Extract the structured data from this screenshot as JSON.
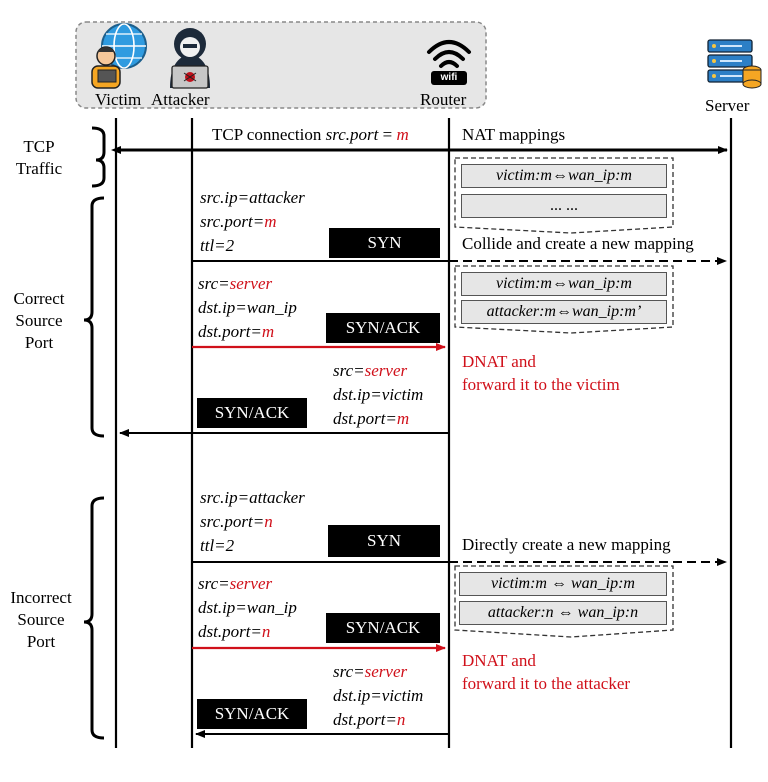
{
  "actors": {
    "victim": "Victim",
    "attacker": "Attacker",
    "router": "Router",
    "server": "Server",
    "wifi_badge": "wifi"
  },
  "header": {
    "tcp_connection_prefix": "TCP connection ",
    "tcp_connection_field": "src.port",
    "tcp_connection_eq": " = ",
    "tcp_connection_value": "m",
    "nat_mappings": "NAT mappings"
  },
  "phases": {
    "tcp_traffic": [
      "TCP",
      "Traffic"
    ],
    "correct": [
      "Correct",
      "Source",
      "Port"
    ],
    "incorrect": [
      "Incorrect",
      "Source",
      "Port"
    ]
  },
  "correct": {
    "syn_fields": [
      {
        "k": "src.ip=",
        "v": "attacker",
        "red": false
      },
      {
        "k": "src.port=",
        "v": "m",
        "red": true
      },
      {
        "k": "ttl=2",
        "v": "",
        "red": false
      }
    ],
    "syn_label": "SYN",
    "syn_note": "Collide and create a new mapping",
    "synack1_fields": [
      {
        "k": "src=",
        "v": "server",
        "red": true
      },
      {
        "k": "dst.ip=wan_ip",
        "v": "",
        "red": false
      },
      {
        "k": "dst.port=",
        "v": "m",
        "red": true
      }
    ],
    "synack_label": "SYN/ACK",
    "dnat_note": [
      "DNAT and",
      "forward it to the victim"
    ],
    "synack2_fields": [
      {
        "k": "src=",
        "v": "server",
        "red": true
      },
      {
        "k": "dst.ip=victim",
        "v": "",
        "red": false
      },
      {
        "k": "dst.port=",
        "v": "m",
        "red": true
      }
    ],
    "mappings_before": [
      "victim:m⇔wan_ip:m",
      "... ..."
    ],
    "mappings_after": [
      "victim:m⇔wan_ip:m",
      "attacker:m⇔wan_ip:m’"
    ]
  },
  "incorrect": {
    "syn_fields": [
      {
        "k": "src.ip=",
        "v": "attacker",
        "red": false
      },
      {
        "k": "src.port=",
        "v": "n",
        "red": true
      },
      {
        "k": "ttl=2",
        "v": "",
        "red": false
      }
    ],
    "syn_label": "SYN",
    "syn_note": "Directly create a new mapping",
    "synack1_fields": [
      {
        "k": "src=",
        "v": "server",
        "red": true
      },
      {
        "k": "dst.ip=wan_ip",
        "v": "",
        "red": false
      },
      {
        "k": "dst.port=",
        "v": "n",
        "red": true
      }
    ],
    "synack_label": "SYN/ACK",
    "dnat_note": [
      "DNAT and",
      "forward it to the attacker"
    ],
    "synack2_fields": [
      {
        "k": "src=",
        "v": "server",
        "red": true
      },
      {
        "k": "dst.ip=victim",
        "v": "",
        "red": false
      },
      {
        "k": "dst.port=",
        "v": "n",
        "red": true
      }
    ],
    "mappings_after": [
      "victim:m ⇔ wan_ip:m",
      "attacker:n ⇔ wan_ip:n"
    ]
  },
  "colors": {
    "accent_red": "#d0101a",
    "map_fill": "#e6e6e6",
    "panel_fill": "#e6e6e6"
  }
}
